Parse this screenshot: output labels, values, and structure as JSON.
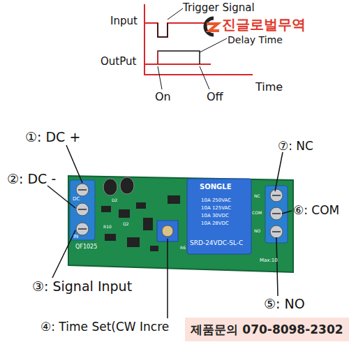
{
  "diagram": {
    "nodes": [
      {
        "text": [
          "제품문의 070-8098-2302"
        ]
      }
    ],
    "labels": [
      "Input",
      "Trigger Signal",
      "Delay Time",
      "OutPut",
      "On",
      "Off",
      "Time",
      "①: DC +",
      "②: DC -",
      "③: Signal Input",
      "④: Time Set(CW Incre",
      "⑤: NO",
      "⑥: COM",
      "⑦: NC",
      "진글로벌무역",
      "DC",
      "IN",
      "QF1025",
      "SONGLE",
      "SRD-24VDC-SL-C",
      "10A 250VAC",
      "10A 125VAC",
      "10A 30VDC",
      "10A 28VDC",
      "NC",
      "COM",
      "NO",
      "Max:10",
      "R10",
      "Q2",
      "R6",
      "D2"
    ]
  }
}
